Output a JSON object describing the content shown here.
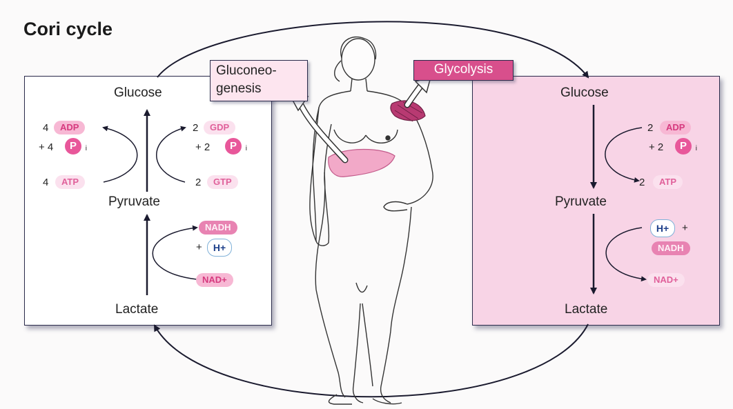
{
  "title": "Cori cycle",
  "colors": {
    "left_panel_bg": "#ffffff",
    "right_panel_bg": "#f8d4e6",
    "accent_pink": "#d84f8c",
    "cofactor_text": "#d6397e"
  },
  "boxes": {
    "gluconeogenesis_line1": "Gluconeo-",
    "gluconeogenesis_line2": "genesis",
    "glycolysis": "Glycolysis"
  },
  "left_panel": {
    "glucose": "Glucose",
    "pyruvate": "Pyruvate",
    "lactate": "Lactate",
    "adp_coef": "4",
    "adp": "ADP",
    "pi_coef": "+ 4",
    "pi": "P",
    "pi_sub": "i",
    "atp_coef": "4",
    "atp": "ATP",
    "gdp_coef": "2",
    "gdp": "GDP",
    "pi2_coef": "+ 2",
    "pi2": "P",
    "pi2_sub": "i",
    "gtp_coef": "2",
    "gtp": "GTP",
    "nadh": "NADH",
    "h_plus_coef": "+",
    "h_plus": "H+",
    "nad": "NAD+"
  },
  "right_panel": {
    "glucose": "Glucose",
    "pyruvate": "Pyruvate",
    "lactate": "Lactate",
    "adp_coef": "2",
    "adp": "ADP",
    "pi_coef": "+ 2",
    "pi": "P",
    "pi_sub": "i",
    "atp_coef": "2",
    "atp": "ATP",
    "h_plus": "H+",
    "h_plus_coef": "+",
    "nadh": "NADH",
    "nad": "NAD+"
  },
  "icons": [
    "human-figure-icon",
    "liver-icon",
    "muscle-icon"
  ]
}
